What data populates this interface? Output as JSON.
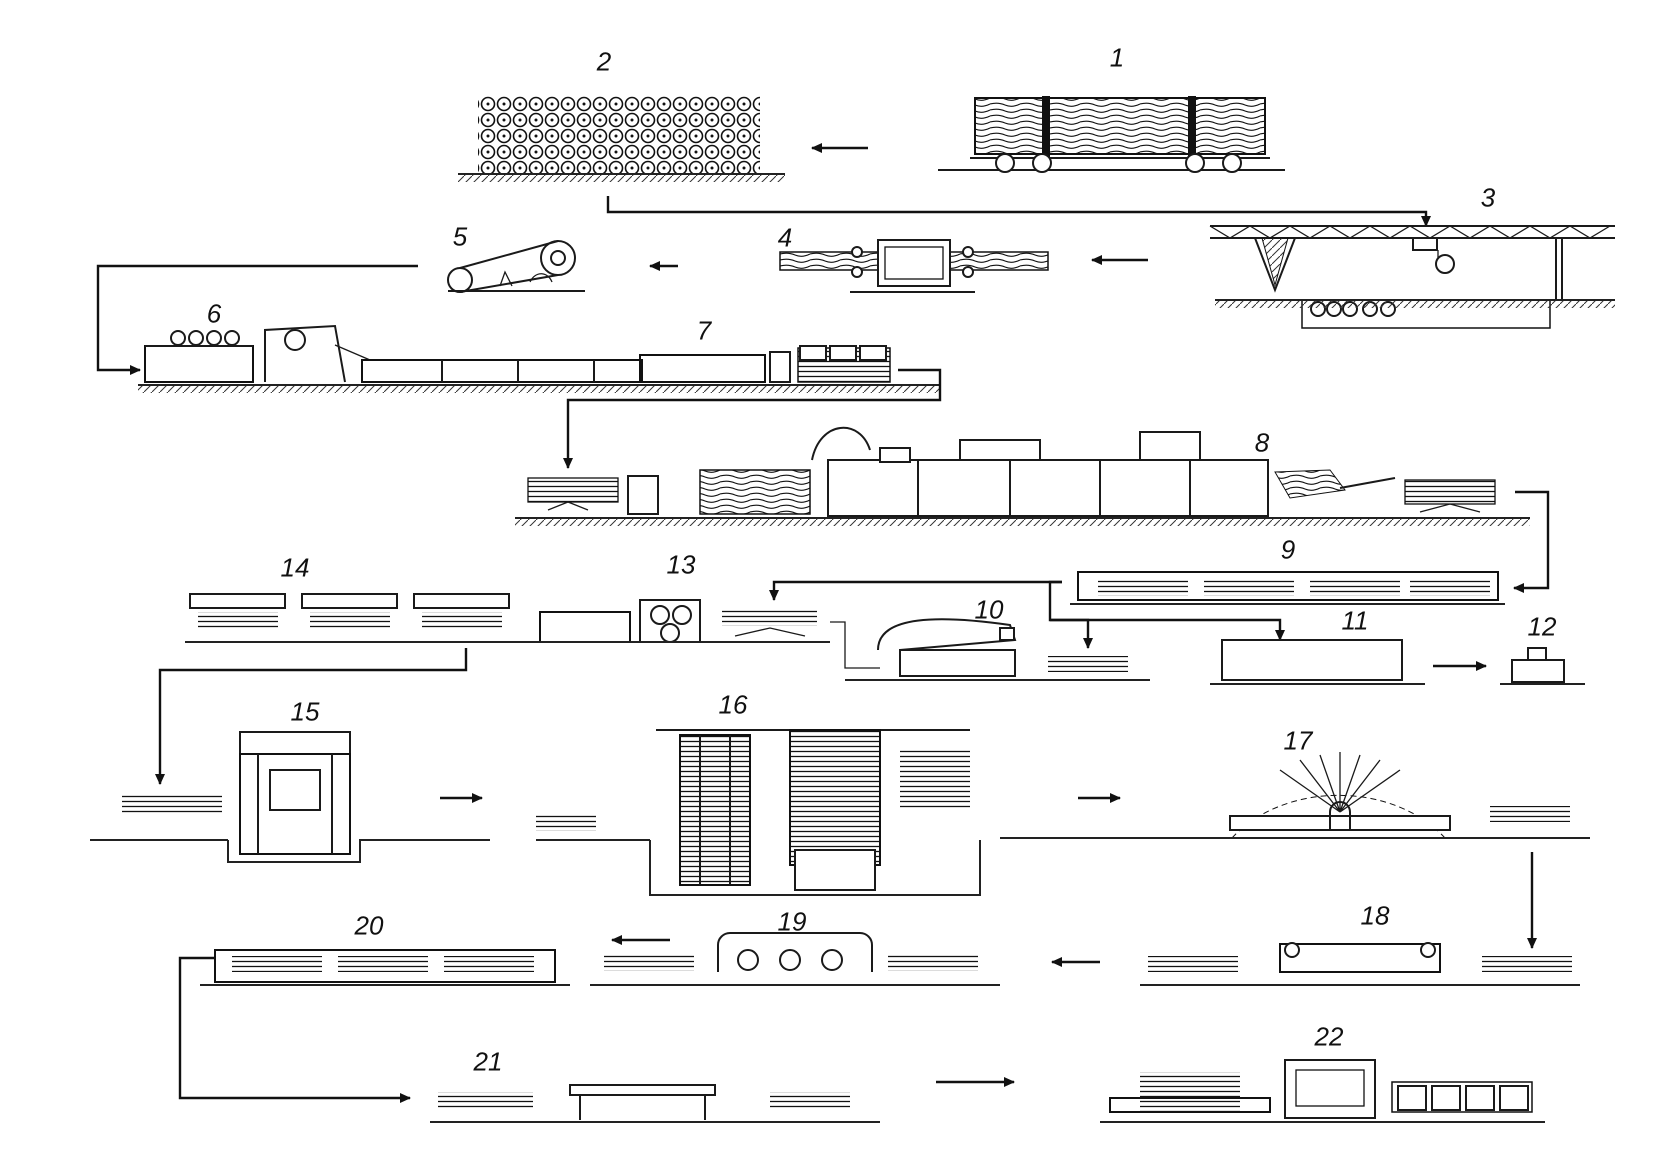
{
  "stages": [
    {
      "num": "1"
    },
    {
      "num": "2"
    },
    {
      "num": "3"
    },
    {
      "num": "4"
    },
    {
      "num": "5"
    },
    {
      "num": "6"
    },
    {
      "num": "7"
    },
    {
      "num": "8"
    },
    {
      "num": "9"
    },
    {
      "num": "10"
    },
    {
      "num": "11"
    },
    {
      "num": "12"
    },
    {
      "num": "13"
    },
    {
      "num": "14"
    },
    {
      "num": "15"
    },
    {
      "num": "16"
    },
    {
      "num": "17"
    },
    {
      "num": "18"
    },
    {
      "num": "19"
    },
    {
      "num": "20"
    },
    {
      "num": "21"
    },
    {
      "num": "22"
    }
  ],
  "colors": {
    "ink": "#1a1a1a",
    "paper": "#ffffff"
  }
}
